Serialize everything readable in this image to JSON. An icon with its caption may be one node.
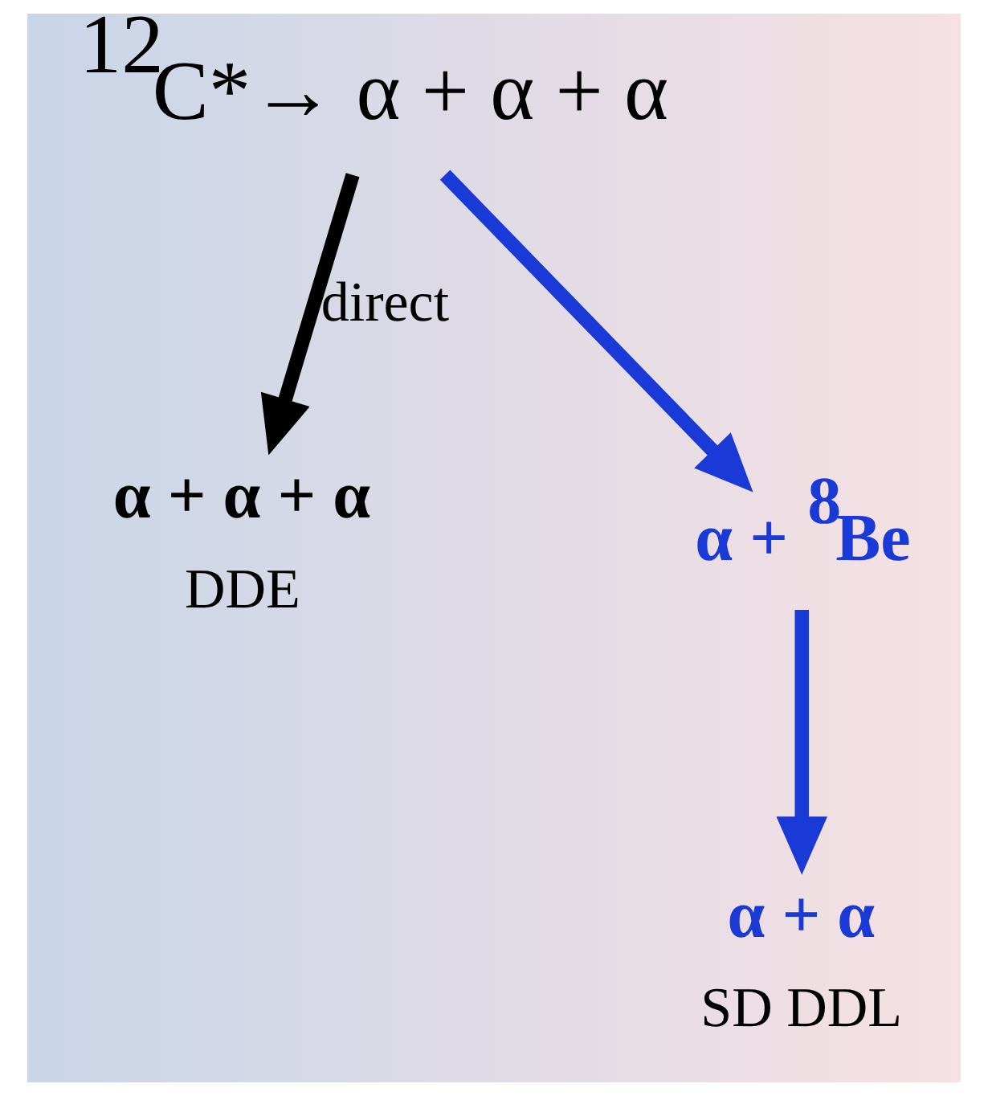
{
  "diagram": {
    "nodes": [
      {
        "text": [
          "$^{12}$C*→ α + α + α"
        ]
      },
      {
        "text": [
          "α + α + α"
        ],
        "beside": [
          "DDE"
        ]
      },
      {
        "text": [
          "α + $^{8}$Be"
        ]
      },
      {
        "text": [
          "α + α"
        ],
        "beside": [
          "SD DDL"
        ]
      }
    ],
    "edges": [
      {
        "from": 0,
        "to": 1,
        "arrow": "to",
        "label": "direct",
        "color": "#000000"
      },
      {
        "from": 0,
        "to": 2,
        "arrow": "to"
      },
      {
        "from": 2,
        "to": 3,
        "arrow": "to"
      }
    ]
  }
}
